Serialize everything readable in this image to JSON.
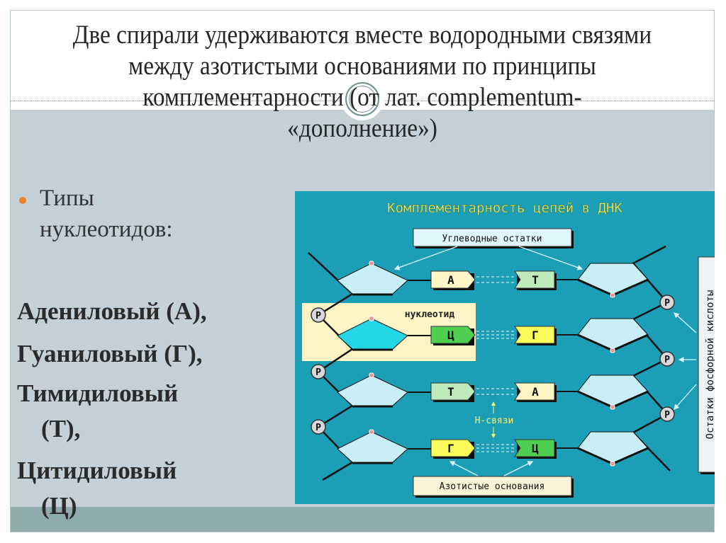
{
  "title_lines": [
    "Две спирали удерживаются вместе водородными связями",
    "между азотистыми основаниями по принципы",
    "комплементарности (от лат. complementum-",
    "«дополнение»)"
  ],
  "bullet": {
    "lines": [
      "Типы",
      "нуклеотидов:"
    ]
  },
  "nucleotides": [
    "Адениловый (А),",
    "Гуаниловый (Г),",
    "Тимидиловый",
    "(Т),",
    "Цитидиловый",
    "(Ц)"
  ],
  "diagram": {
    "title": "Комплементарность цепей в ДНК",
    "sugar_label": "Углеводные остатки",
    "bases_label": "Азотистые основания",
    "phosphate_label": "Остатки фосфорной кислоты",
    "nucleotide_label": "нуклеотид",
    "hbond_label": "Н-связи",
    "phosphate_symbol": "P",
    "pairs": [
      {
        "left": "А",
        "right": "Т"
      },
      {
        "left": "Ц",
        "right": "Г"
      },
      {
        "left": "Т",
        "right": "А"
      },
      {
        "left": "Г",
        "right": "Ц"
      }
    ],
    "colors": {
      "background": "#1c9fb6",
      "sugar": "#c8eef6",
      "highlight_sugar": "#22d6e6",
      "nucleotide_box": "#fcf4c4",
      "title": "#f4f070"
    }
  }
}
